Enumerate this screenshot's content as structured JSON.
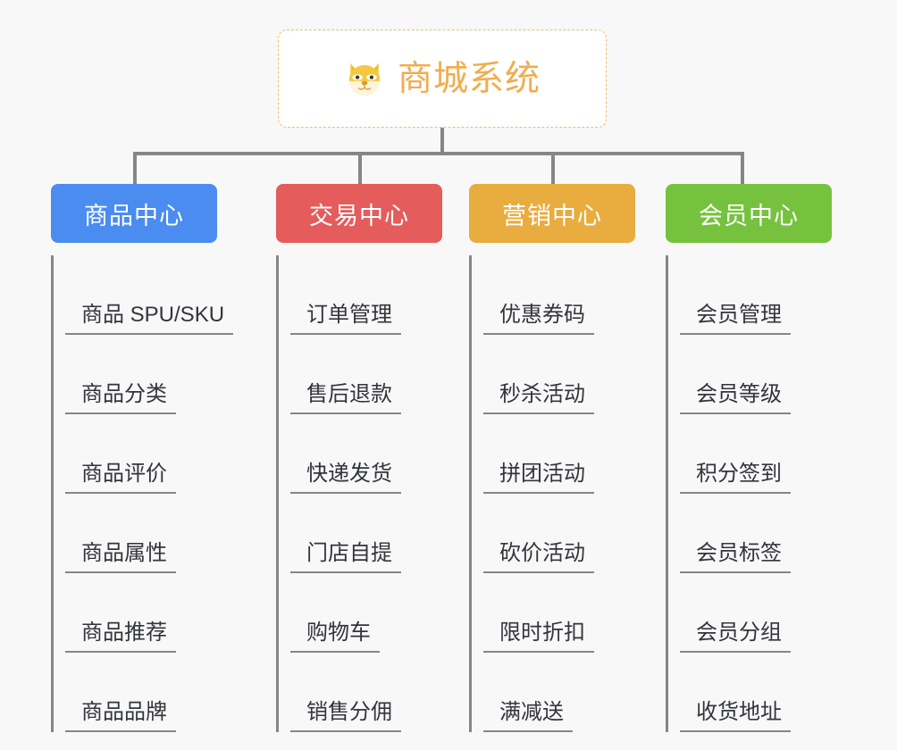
{
  "diagram": {
    "type": "mind-map",
    "background_color": "#f8f8f8",
    "root": {
      "title": "商城系统",
      "icon": "shiba-dog-face-emoji",
      "text_color": "#f0ad4e",
      "border_color": "#efbe6a",
      "background_color": "#ffffff"
    },
    "connector_color": "#868686",
    "branches": [
      {
        "label": "商品中心",
        "color": "#4a8cf0",
        "items": [
          "商品 SPU/SKU",
          "商品分类",
          "商品评价",
          "商品属性",
          "商品推荐",
          "商品品牌"
        ]
      },
      {
        "label": "交易中心",
        "color": "#e45c5c",
        "items": [
          "订单管理",
          "售后退款",
          "快递发货",
          "门店自提",
          "购物车",
          "销售分佣"
        ]
      },
      {
        "label": "营销中心",
        "color": "#e9ac3e",
        "items": [
          "优惠券码",
          "秒杀活动",
          "拼团活动",
          "砍价活动",
          "限时折扣",
          "满减送"
        ]
      },
      {
        "label": "会员中心",
        "color": "#76c23e",
        "items": [
          "会员管理",
          "会员等级",
          "积分签到",
          "会员标签",
          "会员分组",
          "收货地址"
        ]
      }
    ]
  }
}
